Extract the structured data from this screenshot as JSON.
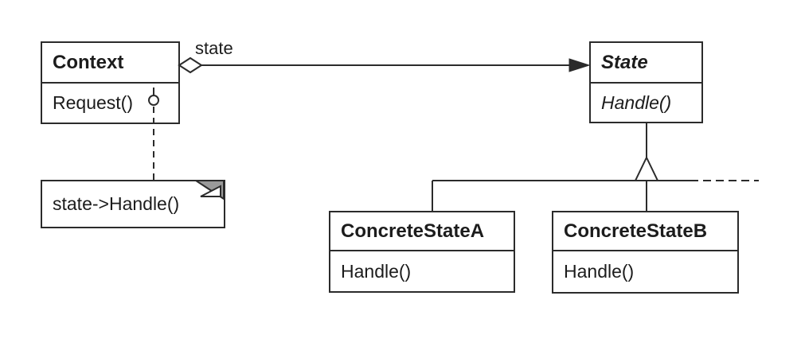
{
  "diagram_type": "uml-class-diagram",
  "classes": {
    "context": {
      "title": "Context",
      "method": "Request()",
      "abstract": false
    },
    "state": {
      "title": "State",
      "method": "Handle()",
      "abstract": true
    },
    "concreteA": {
      "title": "ConcreteStateA",
      "method": "Handle()",
      "abstract": false
    },
    "concreteB": {
      "title": "ConcreteStateB",
      "method": "Handle()",
      "abstract": false
    }
  },
  "association": {
    "label": "state",
    "type": "aggregation",
    "from": "Context",
    "to": "State"
  },
  "note": {
    "text": "state->Handle()",
    "attached_to": "Context.Request()"
  },
  "relationships": [
    {
      "type": "aggregation",
      "from": "Context",
      "to": "State",
      "label": "state"
    },
    {
      "type": "inheritance",
      "from": "ConcreteStateA",
      "to": "State"
    },
    {
      "type": "inheritance",
      "from": "ConcreteStateB",
      "to": "State"
    },
    {
      "type": "note-attachment",
      "from": "Context.Request()",
      "to": "note"
    }
  ],
  "icons": {
    "aggregation-diamond-icon": "hollow diamond",
    "arrowhead-icon": "filled triangle arrowhead",
    "inheritance-triangle-icon": "hollow triangle",
    "note-connector-circle-icon": "small hollow circle anchor",
    "note-fold-icon": "dog-ear folded corner"
  },
  "colors": {
    "background": "#ffffff",
    "line": "#2b2b2b",
    "text": "#1c1c1c",
    "box_fill": "#ffffff",
    "note_fold_fill": "#9a9a9a"
  }
}
